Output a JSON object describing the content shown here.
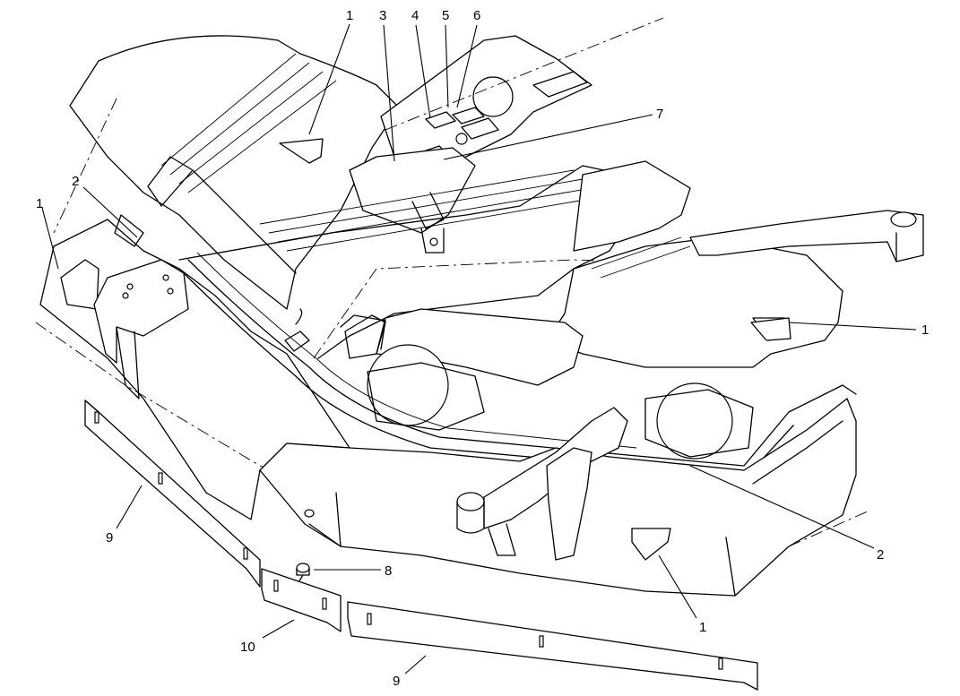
{
  "diagram": {
    "callouts": [
      {
        "id": "c-1a",
        "label": "1"
      },
      {
        "id": "c-3",
        "label": "3"
      },
      {
        "id": "c-4",
        "label": "4"
      },
      {
        "id": "c-5",
        "label": "5"
      },
      {
        "id": "c-6",
        "label": "6"
      },
      {
        "id": "c-7",
        "label": "7"
      },
      {
        "id": "c-2a",
        "label": "2"
      },
      {
        "id": "c-1b",
        "label": "1"
      },
      {
        "id": "c-1c",
        "label": "1"
      },
      {
        "id": "c-2b",
        "label": "2"
      },
      {
        "id": "c-8",
        "label": "8"
      },
      {
        "id": "c-9a",
        "label": "9"
      },
      {
        "id": "c-10",
        "label": "10"
      },
      {
        "id": "c-1d",
        "label": "1"
      },
      {
        "id": "c-9b",
        "label": "9"
      }
    ]
  }
}
